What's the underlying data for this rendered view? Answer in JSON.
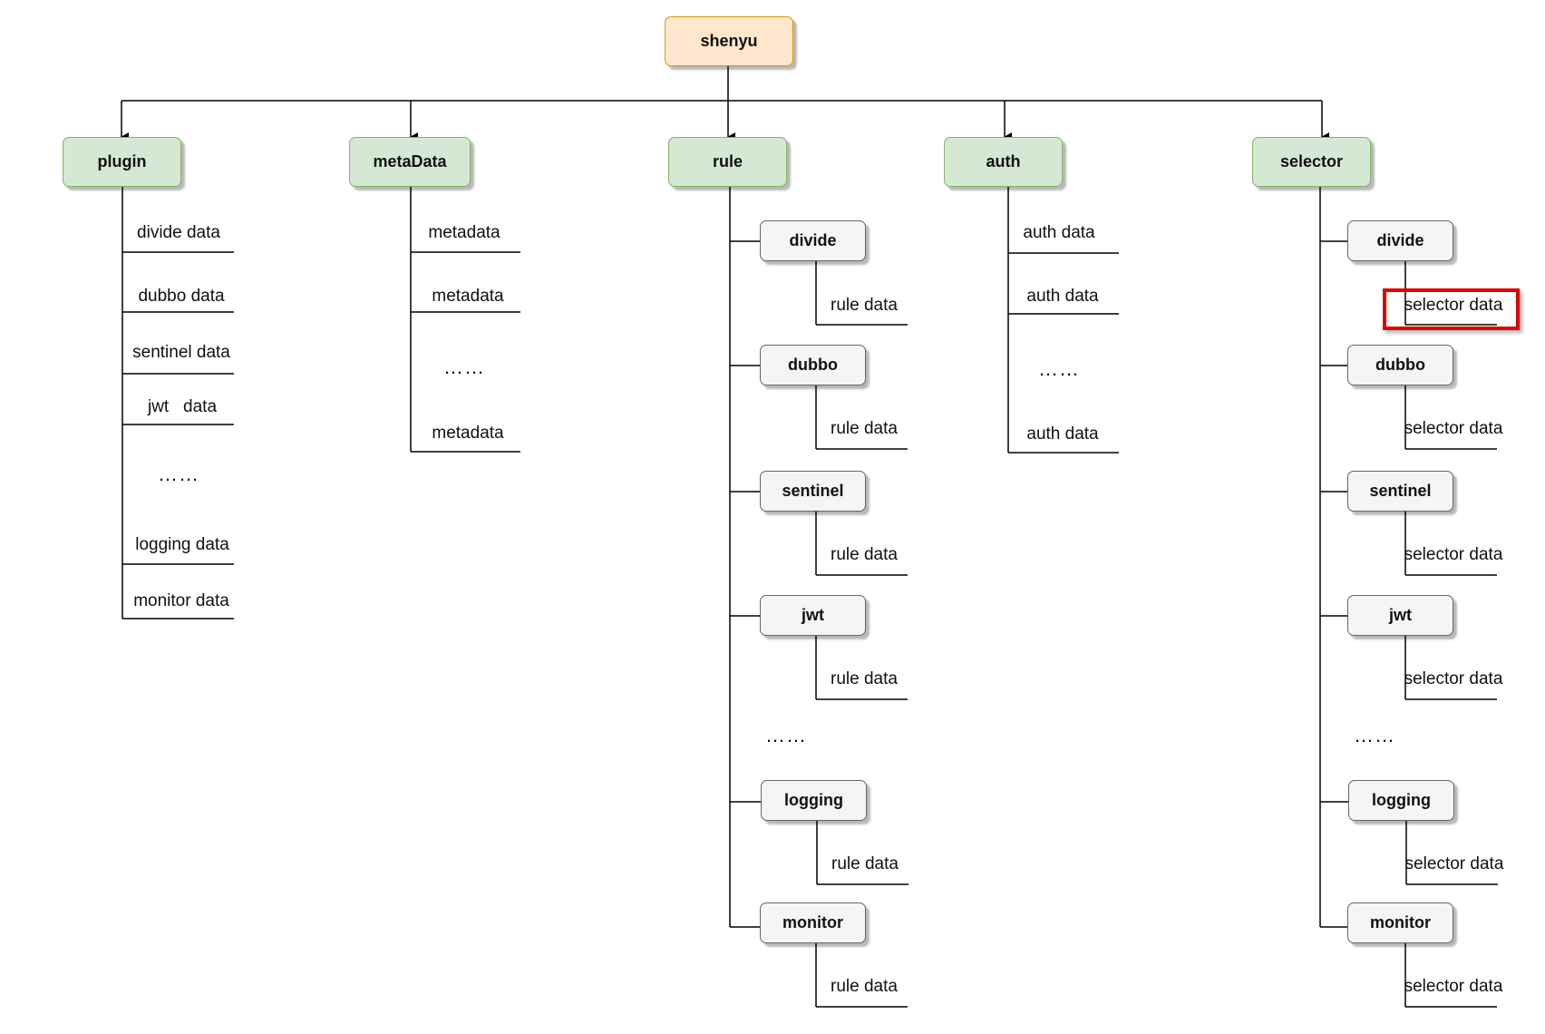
{
  "root": {
    "label": "shenyu"
  },
  "plugin": {
    "label": "plugin",
    "items": [
      "divide data",
      "dubbo data",
      "sentinel data",
      "jwt   data",
      "……",
      "logging data",
      "monitor data"
    ]
  },
  "metaData": {
    "label": "metaData",
    "items": [
      "metadata",
      "metadata",
      "……",
      "metadata"
    ]
  },
  "rule": {
    "label": "rule",
    "plugins": [
      "divide",
      "dubbo",
      "sentinel",
      "jwt",
      "logging",
      "monitor"
    ],
    "child_label": "rule data",
    "ellipsis": "……"
  },
  "auth": {
    "label": "auth",
    "items": [
      "auth data",
      "auth data",
      "……",
      "auth data"
    ]
  },
  "selector": {
    "label": "selector",
    "plugins": [
      "divide",
      "dubbo",
      "sentinel",
      "jwt",
      "logging",
      "monitor"
    ],
    "child_label": "selector data",
    "ellipsis": "……"
  },
  "colors": {
    "root_fill": "#ffe6cc",
    "root_border": "#d79b00",
    "category_fill": "#d5e8d4",
    "category_border": "#82b366",
    "plugin_fill": "#f5f5f5",
    "plugin_border": "#666666",
    "highlight": "#e00000"
  }
}
